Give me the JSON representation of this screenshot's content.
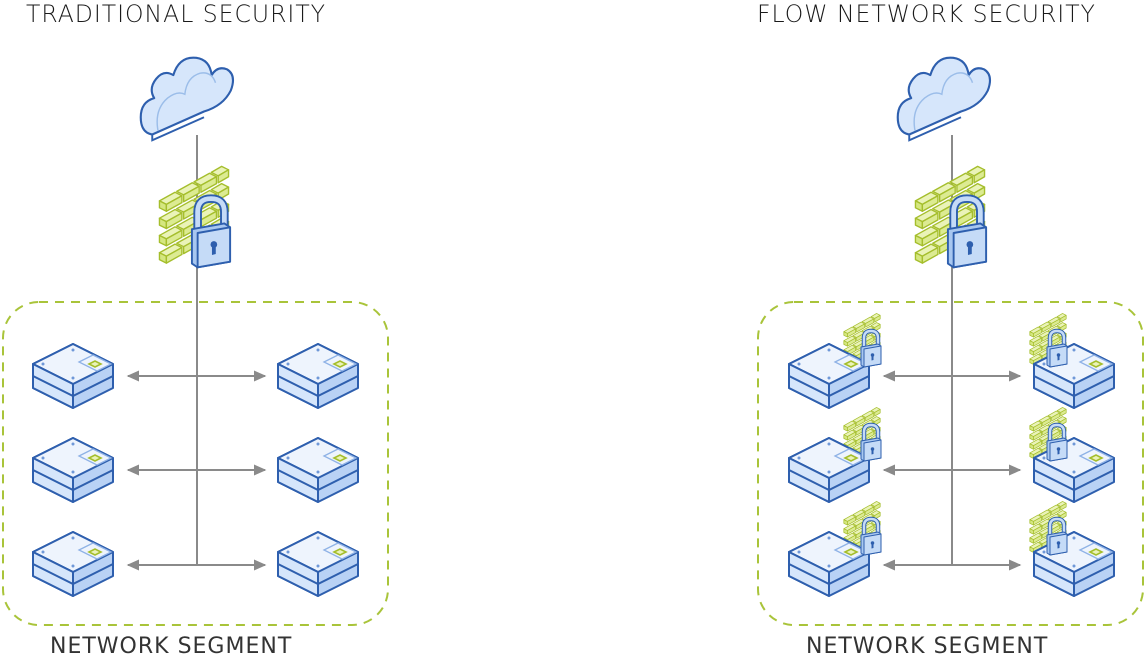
{
  "panels": [
    {
      "id": "traditional",
      "title": "TRADITIONAL SECURITY",
      "segment_label": "NETWORK SEGMENT",
      "perimeter_firewall": true,
      "per_host_firewall": false,
      "hosts": [
        {
          "side": "left",
          "row": 1
        },
        {
          "side": "right",
          "row": 1
        },
        {
          "side": "left",
          "row": 2
        },
        {
          "side": "right",
          "row": 2
        },
        {
          "side": "left",
          "row": 3
        },
        {
          "side": "right",
          "row": 3
        }
      ]
    },
    {
      "id": "flow",
      "title": "FLOW NETWORK SECURITY",
      "segment_label": "NETWORK SEGMENT",
      "perimeter_firewall": true,
      "per_host_firewall": true,
      "hosts": [
        {
          "side": "left",
          "row": 1
        },
        {
          "side": "right",
          "row": 1
        },
        {
          "side": "left",
          "row": 2
        },
        {
          "side": "right",
          "row": 2
        },
        {
          "side": "left",
          "row": 3
        },
        {
          "side": "right",
          "row": 3
        }
      ]
    }
  ],
  "colors": {
    "cloud_fill": "#d6e6fb",
    "cloud_stroke": "#2e5fae",
    "wall_fill": "#eaf3b8",
    "wall_stroke": "#a5be2c",
    "lock_fill": "#c5dbf7",
    "lock_stroke": "#2e5fae",
    "host_top": "#eef4fd",
    "host_side": "#b9d2f5",
    "host_stroke": "#2e5fae",
    "line": "#8a8a8a",
    "segment_border": "#a9c43a"
  }
}
